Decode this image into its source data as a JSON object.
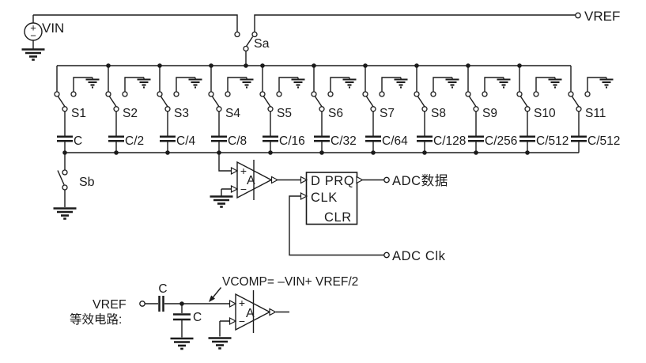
{
  "colors": {
    "background": "#ffffff",
    "ink": "#1b1b1b"
  },
  "main_circuit": {
    "vin_label": "VIN",
    "vin_plus": "+",
    "vin_minus": "−",
    "vref_label": "VREF",
    "sa_label": "Sa",
    "sb_label": "Sb",
    "cells": [
      {
        "switch": "S1",
        "cap": "C"
      },
      {
        "switch": "S2",
        "cap": "C/2"
      },
      {
        "switch": "S3",
        "cap": "C/4"
      },
      {
        "switch": "S4",
        "cap": "C/8"
      },
      {
        "switch": "S5",
        "cap": "C/16"
      },
      {
        "switch": "S6",
        "cap": "C/32"
      },
      {
        "switch": "S7",
        "cap": "C/64"
      },
      {
        "switch": "S8",
        "cap": "C/128"
      },
      {
        "switch": "S9",
        "cap": "C/256"
      },
      {
        "switch": "S10",
        "cap": "C/512"
      },
      {
        "switch": "S11",
        "cap": "C/512"
      }
    ],
    "comparator": {
      "plus": "+",
      "minus": "−",
      "gain": "A"
    },
    "flipflop": {
      "d_q": "D PRQ",
      "clk": "CLK",
      "clr": "CLR"
    },
    "adc_data_label": "ADC数据",
    "adc_clk_label": "ADC Clk"
  },
  "equivalent_circuit": {
    "title": "等效电路:",
    "vref_label": "VREF",
    "series_cap": "C",
    "shunt_cap": "C",
    "vcomp_label": "VCOMP= –VIN+ VREF/2",
    "comparator": {
      "plus": "+",
      "minus": "−",
      "gain": "A"
    }
  }
}
